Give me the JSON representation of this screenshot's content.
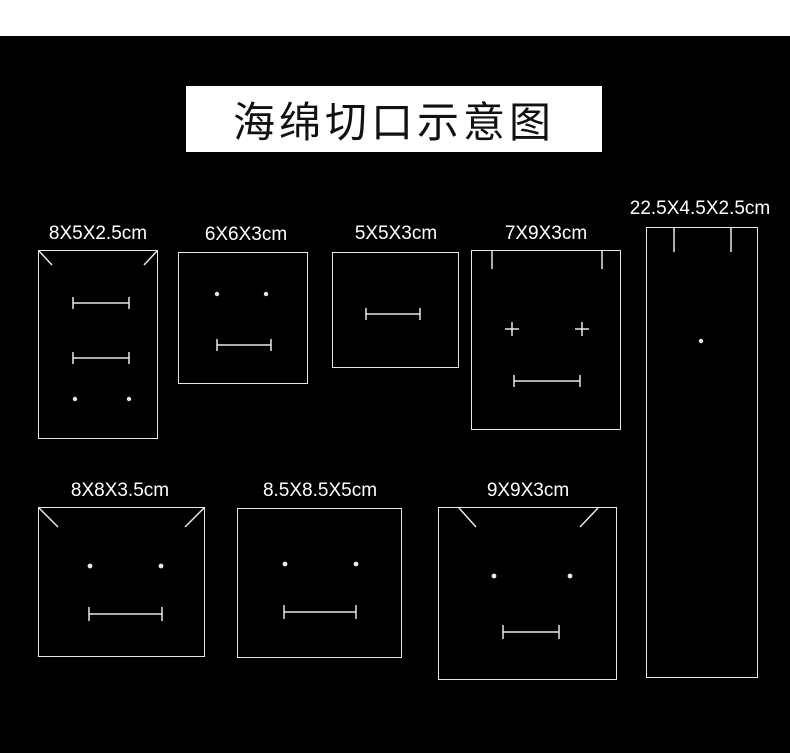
{
  "title": "海绵切口示意图",
  "colors": {
    "background": "#000000",
    "line": "#e8e8e8",
    "title_bg": "#ffffff",
    "title_text": "#111111"
  },
  "panels": [
    {
      "label": "8X5X2.5cm"
    },
    {
      "label": "6X6X3cm"
    },
    {
      "label": "5X5X3cm"
    },
    {
      "label": "7X9X3cm"
    },
    {
      "label": "22.5X4.5X2.5cm"
    },
    {
      "label": "8X8X3.5cm"
    },
    {
      "label": "8.5X8.5X5cm"
    },
    {
      "label": "9X9X3cm"
    }
  ]
}
